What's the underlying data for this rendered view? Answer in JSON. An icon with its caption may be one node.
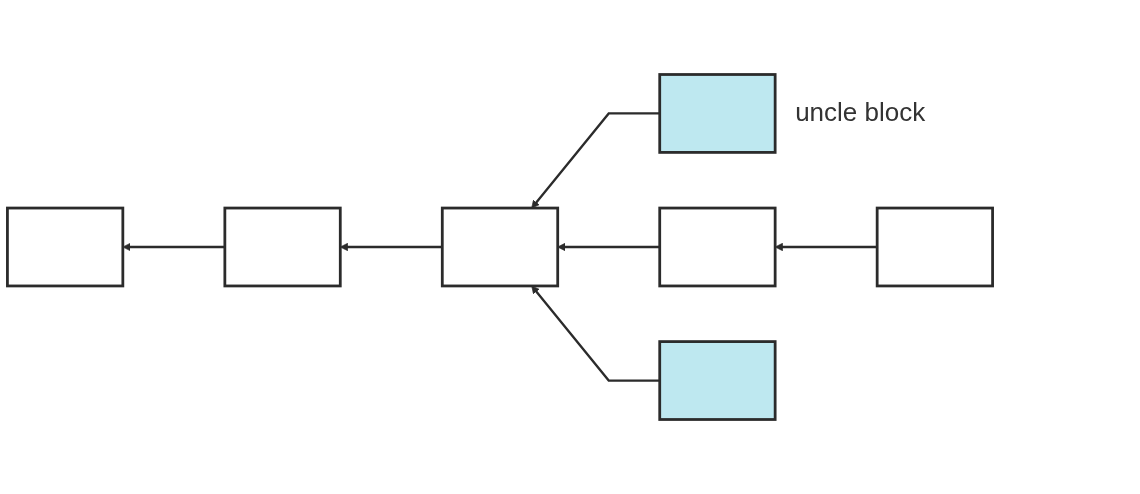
{
  "diagram": {
    "nodes": [
      {
        "text": [],
        "shape": "box",
        "beside": [
          "uncle block"
        ]
      },
      {
        "text": [],
        "shape": "box"
      },
      {
        "text": [],
        "shape": "box"
      },
      {
        "text": [],
        "shape": "box"
      },
      {
        "text": [],
        "shape": "box"
      },
      {
        "text": [],
        "shape": "box"
      },
      {
        "text": [],
        "shape": "box"
      }
    ],
    "edges": [
      {
        "from": 2,
        "to": 1,
        "arrow": "to"
      },
      {
        "from": 3,
        "to": 2,
        "arrow": "to"
      },
      {
        "from": 0,
        "to": 3,
        "arrow": "to"
      },
      {
        "from": 4,
        "to": 3,
        "arrow": "to"
      },
      {
        "from": 6,
        "to": 3,
        "arrow": "to"
      },
      {
        "from": 5,
        "to": 4,
        "arrow": "to"
      }
    ]
  }
}
